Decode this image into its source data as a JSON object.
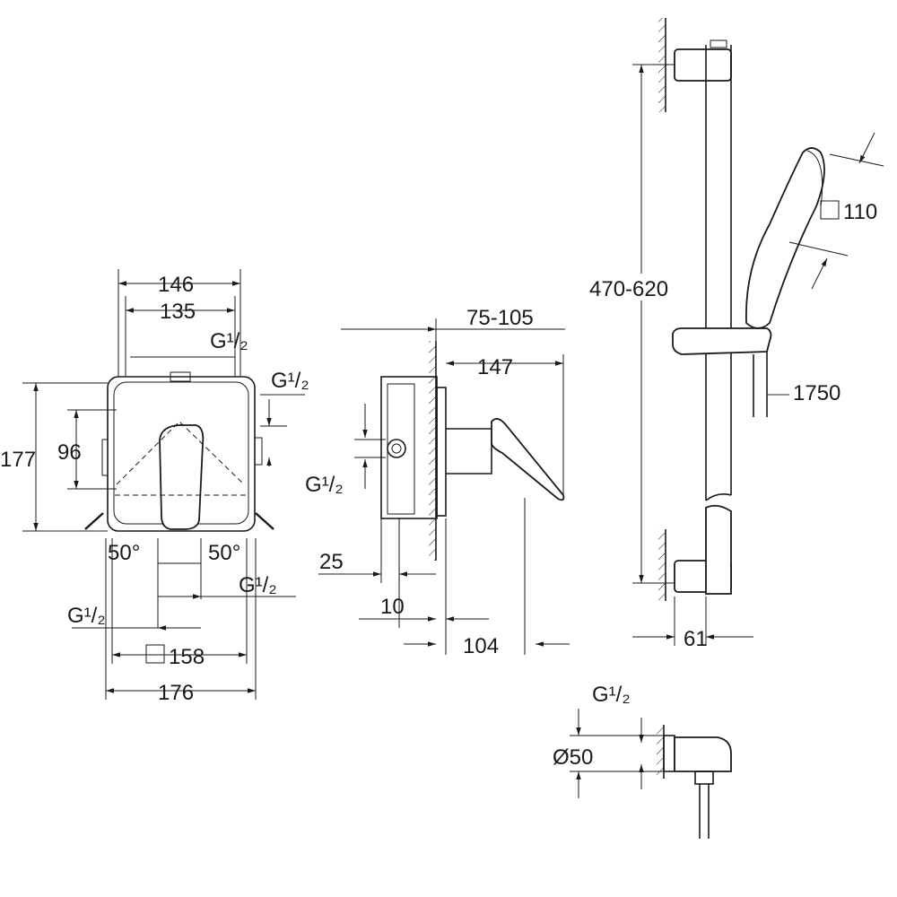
{
  "front_view": {
    "width_outer": "146",
    "width_inner": "135",
    "height_outer": "177",
    "height_inner": "96",
    "connection_top": "G¹/₂",
    "connection_side": "G¹/₂",
    "angle_left": "50°",
    "angle_right": "50°",
    "connection_bottom_right": "G¹/₂",
    "connection_bottom_left": "G¹/₂",
    "plate_square": "158",
    "overall_width": "176"
  },
  "side_view": {
    "depth_range": "75-105",
    "lever_depth": "147",
    "connection": "G¹/₂",
    "box_offset": "25",
    "wall_gap": "10",
    "projection": "104"
  },
  "shower_rail": {
    "height_range": "470-620",
    "head_size": "110",
    "hose_length": "1750",
    "wall_distance": "61"
  },
  "wall_outlet": {
    "connection": "G¹/₂",
    "diameter": "Ø50"
  }
}
